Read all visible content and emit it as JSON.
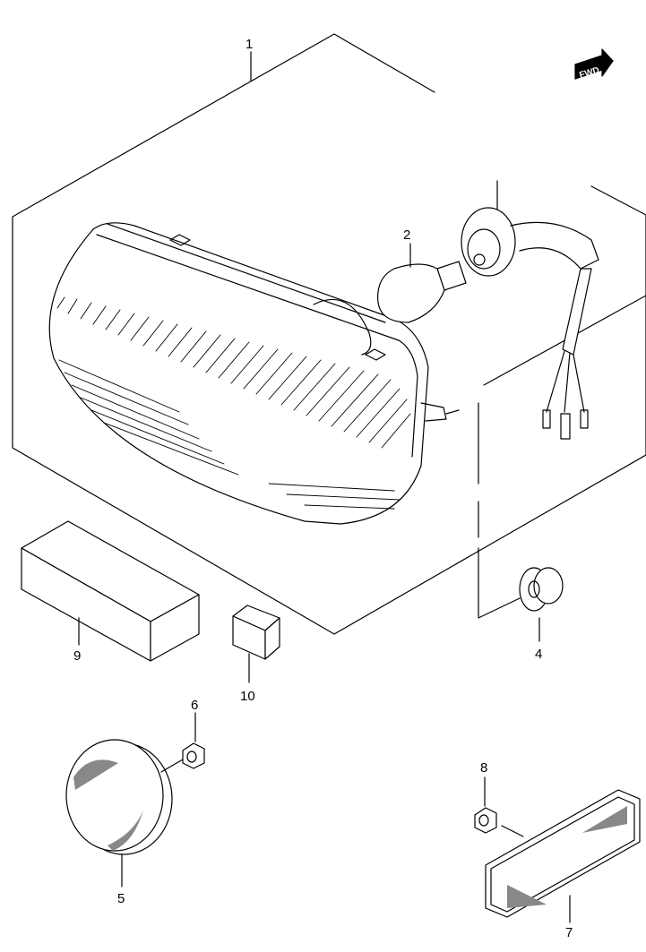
{
  "callouts": [
    {
      "id": "1",
      "label": "1"
    },
    {
      "id": "2",
      "label": "2"
    },
    {
      "id": "4",
      "label": "4"
    },
    {
      "id": "5",
      "label": "5"
    },
    {
      "id": "6",
      "label": "6"
    },
    {
      "id": "7",
      "label": "7"
    },
    {
      "id": "8",
      "label": "8"
    },
    {
      "id": "9",
      "label": "9"
    },
    {
      "id": "10",
      "label": "10"
    }
  ],
  "fwd_badge": {
    "label": "FWD"
  },
  "colors": {
    "ink": "#000000",
    "paper": "#ffffff",
    "panel": "#f8f8f8"
  },
  "parts": [
    {
      "callout": "1",
      "icon": "tail-light-assembly-icon"
    },
    {
      "callout": "2",
      "icon": "bulb-icon"
    },
    {
      "callout": "4",
      "icon": "grommet-icon"
    },
    {
      "callout": "5",
      "icon": "round-reflector-icon"
    },
    {
      "callout": "6",
      "icon": "nut-icon"
    },
    {
      "callout": "7",
      "icon": "rectangular-reflector-icon"
    },
    {
      "callout": "8",
      "icon": "nut-icon"
    },
    {
      "callout": "9",
      "icon": "sponge-block-icon"
    },
    {
      "callout": "10",
      "icon": "cushion-icon"
    }
  ]
}
